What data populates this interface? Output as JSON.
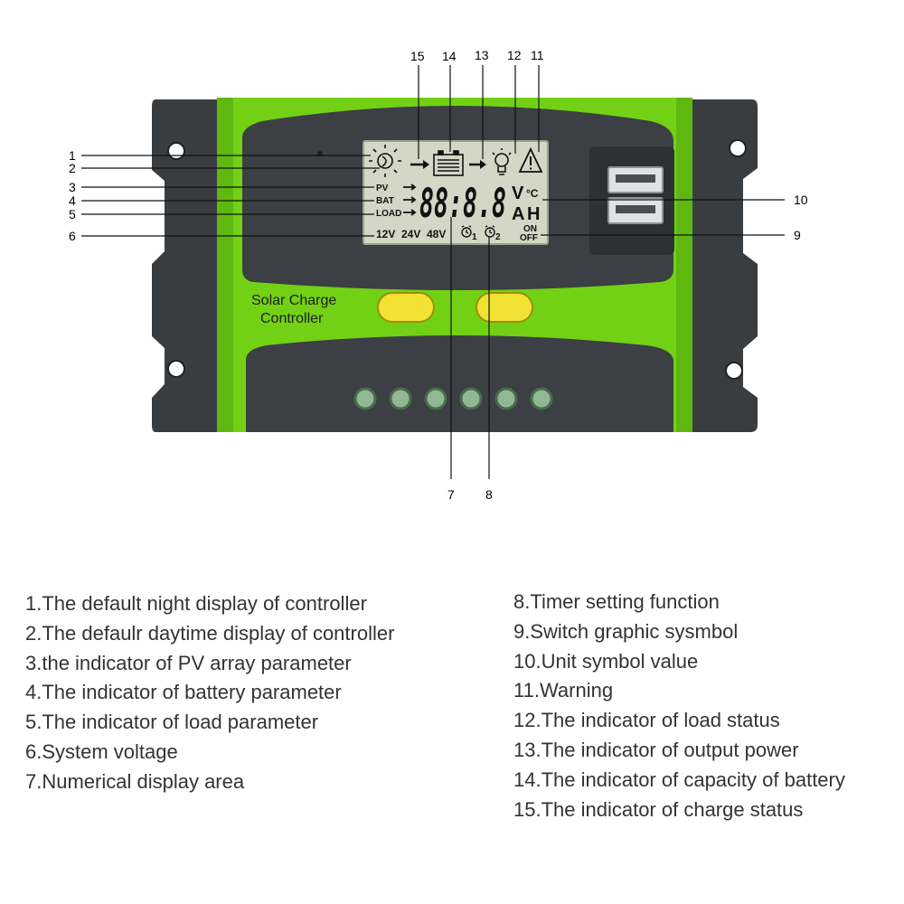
{
  "device": {
    "brand_line1": "Solar Charge",
    "brand_line2": "Controller",
    "lcd": {
      "pv": "PV",
      "bat": "BAT",
      "load": "LOAD",
      "digits": "88:8.8",
      "unit_v": "V",
      "unit_c": "°C",
      "unit_a": "A",
      "unit_h": "H",
      "volt_12": "12V",
      "volt_24": "24V",
      "volt_48": "48V",
      "timer1_sub": "1",
      "timer2_sub": "2",
      "on": "ON",
      "off": "OFF"
    },
    "colors": {
      "body_green": "#72d114",
      "body_dark": "#3c3f42",
      "lcd": "#d4d6c6",
      "button": "#f2e233"
    }
  },
  "callouts": [
    "1",
    "2",
    "3",
    "4",
    "5",
    "6",
    "7",
    "8",
    "9",
    "10",
    "11",
    "12",
    "13",
    "14",
    "15"
  ],
  "legend_left": [
    "1.The default night display of controller",
    "2.The defaulr daytime display of controller",
    "3.the indicator of PV array parameter",
    "4.The indicator of battery parameter",
    "5.The indicator of load parameter",
    "6.System voltage",
    "7.Numerical display area"
  ],
  "legend_right": [
    "8.Timer setting function",
    "9.Switch graphic sysmbol",
    "10.Unit symbol value",
    "11.Warning",
    "12.The indicator of load status",
    "13.The indicator of output power",
    "14.The indicator of capacity of battery",
    "15.The indicator of charge status"
  ]
}
